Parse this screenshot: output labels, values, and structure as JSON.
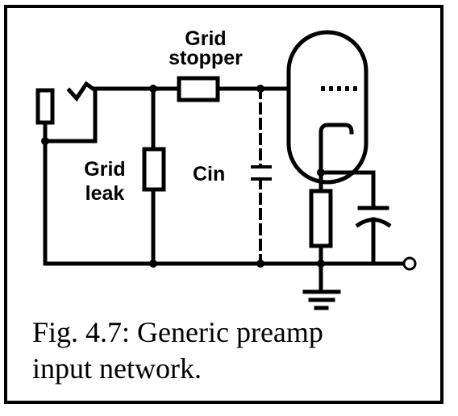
{
  "labels": {
    "grid_stopper_line1": "Grid",
    "grid_stopper_line2": "stopper",
    "grid_leak_line1": "Grid",
    "grid_leak_line2": "leak",
    "cin": "Cin"
  },
  "caption": {
    "line1": "Fig. 4.7: Generic preamp",
    "line2": "input network."
  }
}
